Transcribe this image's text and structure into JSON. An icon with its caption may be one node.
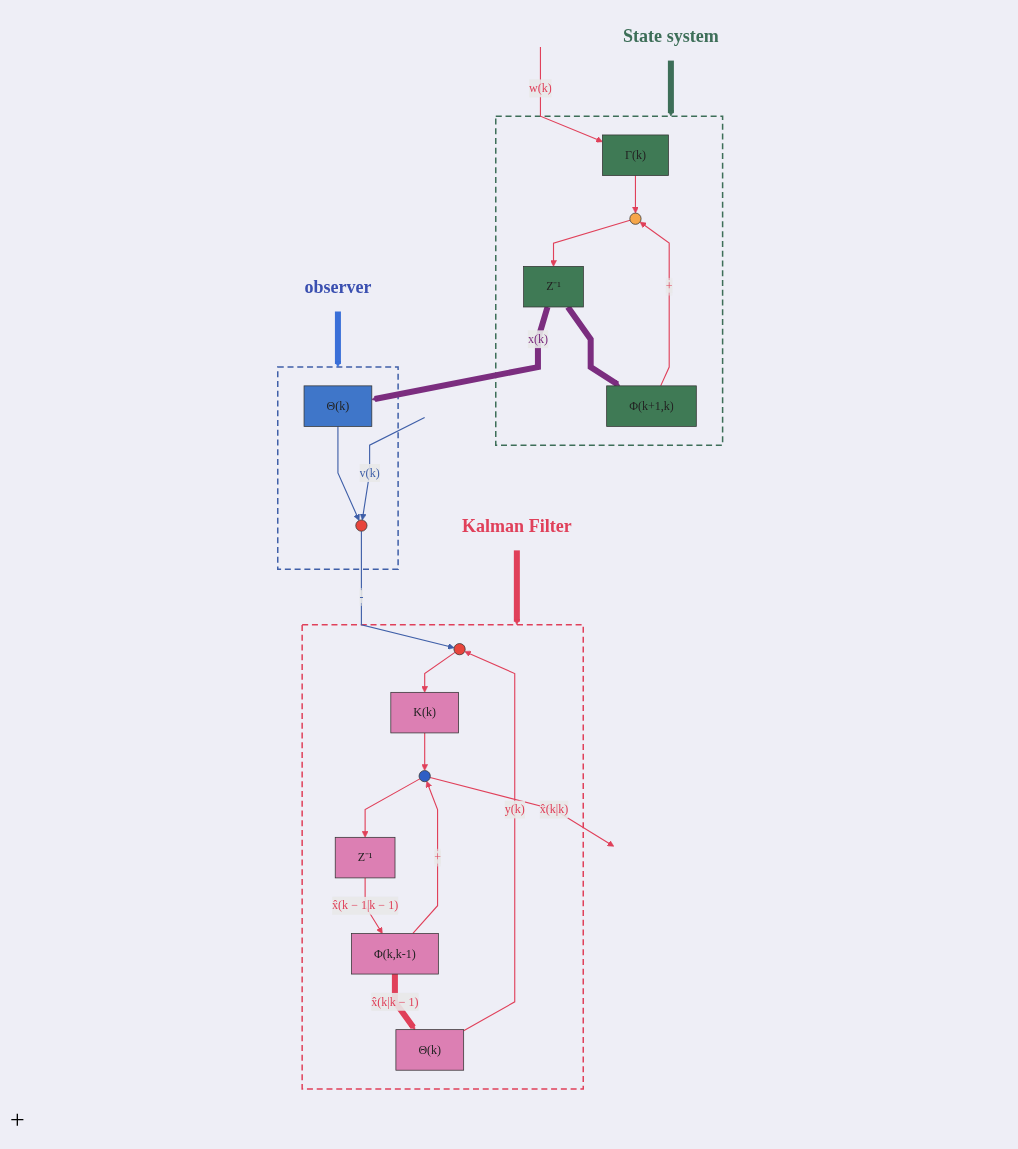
{
  "diagram": {
    "nodes": [
      {
        "text": [],
        "shape": "box"
      },
      {
        "text": [
          "Γ(k)"
        ],
        "in": 0
      },
      {
        "text": [],
        "shape": "circle",
        "in": 0
      },
      {
        "text": [
          "Z⁻¹"
        ],
        "in": 0
      },
      {
        "text": [
          "Φ(k+1,k)"
        ],
        "in": 0
      },
      {
        "text": [],
        "shape": "box"
      },
      {
        "text": [
          "Θ(k)"
        ],
        "in": 5
      },
      {
        "text": [],
        "shape": "circle",
        "in": 5
      },
      {
        "text": [],
        "shape": "box"
      },
      {
        "text": [],
        "shape": "circle",
        "in": 8
      },
      {
        "text": [
          "Θ(k)"
        ],
        "in": 8
      },
      {
        "text": [
          "K(k)"
        ],
        "in": 8
      },
      {
        "text": [],
        "shape": "circle",
        "in": 8
      },
      {
        "text": [
          "Φ(k,k-1)"
        ],
        "in": 8
      },
      {
        "text": [
          "Z⁻¹"
        ],
        "in": 8
      },
      {
        "text": [
          "State system"
        ]
      },
      {
        "text": [
          "observer"
        ]
      },
      {
        "text": [
          "Kalman Filter"
        ]
      }
    ],
    "edges": [
      {
        "from": null,
        "to": 1,
        "arrow": "to",
        "label": "w(k)"
      },
      {
        "from": 1,
        "to": 2,
        "arrow": "to"
      },
      {
        "from": 2,
        "to": 3,
        "arrow": "to"
      },
      {
        "from": 3,
        "to": 6,
        "arrow": "to",
        "label": "x(k)",
        "style": "thick",
        "color": "#7b2d7f"
      },
      {
        "from": 3,
        "to": 4,
        "arrow": "to",
        "style": "thick",
        "color": "#7b2d7f"
      },
      {
        "from": 4,
        "to": 2,
        "arrow": "to",
        "label": "+"
      },
      {
        "from": 6,
        "to": 7,
        "arrow": "to",
        "color": "#3f5fa8"
      },
      {
        "from": null,
        "to": 7,
        "arrow": "to",
        "label": "v(k)",
        "color": "#3f5fa8"
      },
      {
        "from": 7,
        "to": 9,
        "arrow": "to",
        "label": "-",
        "color": "#3f5fa8"
      },
      {
        "from": 9,
        "to": 11,
        "arrow": "to"
      },
      {
        "from": 10,
        "to": 9,
        "arrow": "to",
        "label": "y(k)"
      },
      {
        "from": 11,
        "to": 12,
        "arrow": "to"
      },
      {
        "from": 13,
        "to": 10,
        "arrow": "to",
        "label": "x̂(k|k − 1)",
        "style": "thick"
      },
      {
        "from": 13,
        "to": 12,
        "arrow": "to",
        "label": "+"
      },
      {
        "from": 14,
        "to": 13,
        "arrow": "to",
        "label": "x̂(k − 1|k − 1)"
      },
      {
        "from": 12,
        "to": 14,
        "arrow": "to"
      },
      {
        "from": 12,
        "to": null,
        "arrow": "to",
        "label": "x̂(k|k)"
      },
      {
        "from": 15,
        "to": 0,
        "arrow": "to",
        "style": "thick",
        "color": "#3d6e58"
      },
      {
        "from": 16,
        "to": 5,
        "arrow": "to",
        "style": "thick",
        "color": "#3a6fd8"
      },
      {
        "from": 17,
        "to": 8,
        "arrow": "to",
        "style": "thick"
      }
    ],
    "labels": [
      "+"
    ]
  }
}
